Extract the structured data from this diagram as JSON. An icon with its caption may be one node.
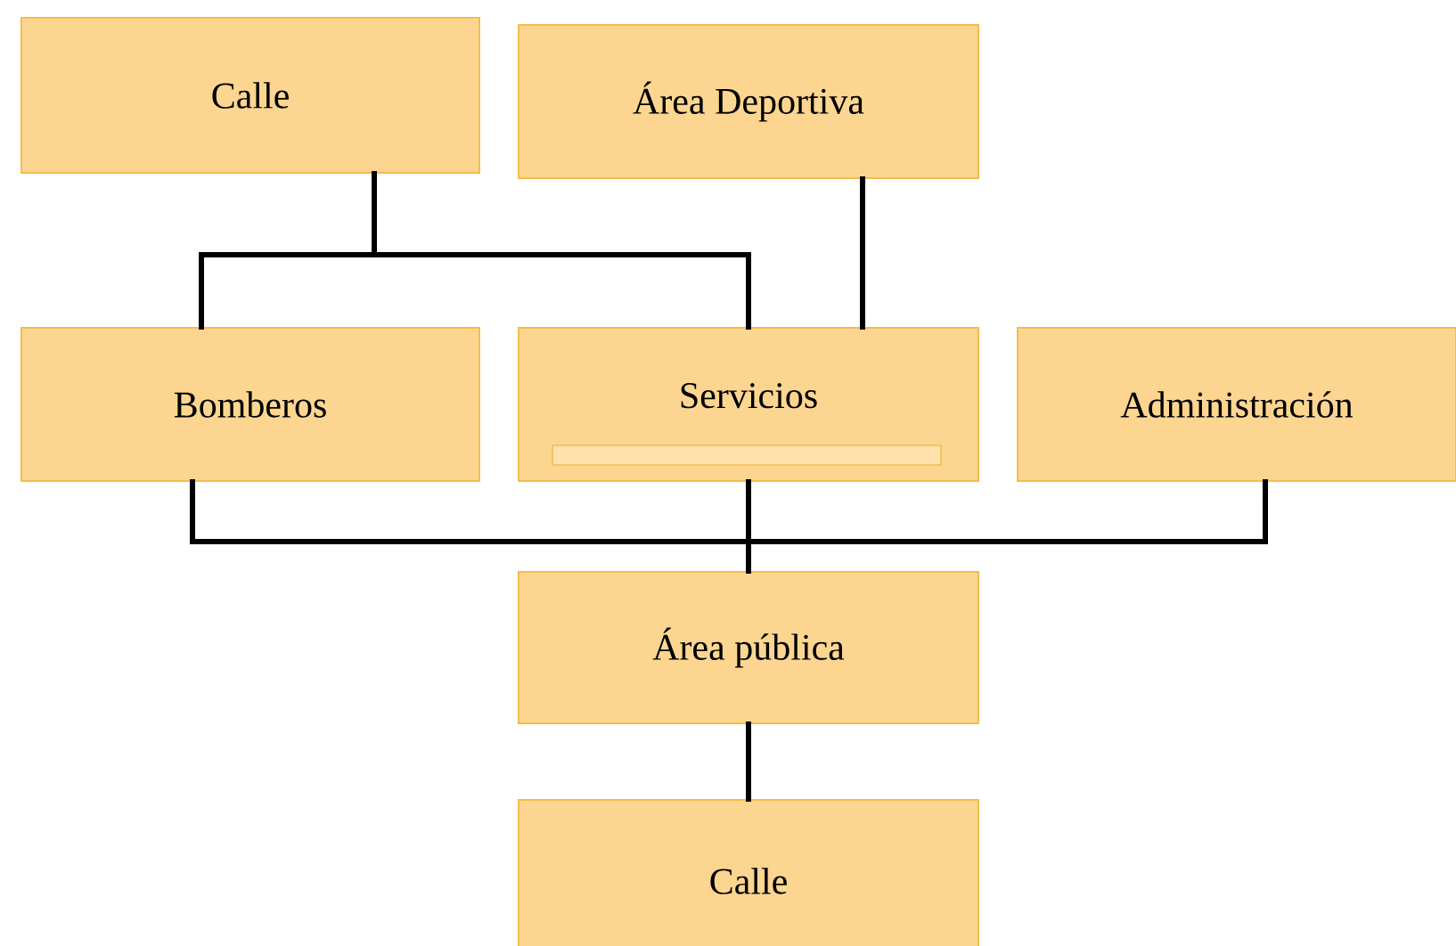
{
  "diagram": {
    "nodes": [
      {
        "text": [
          "Calle"
        ]
      },
      {
        "text": [
          "Área Deportiva"
        ]
      },
      {
        "text": [
          "Bomberos"
        ]
      },
      {
        "text": [
          "Servicios"
        ]
      },
      {
        "text": [],
        "shape": "bar",
        "in": 3
      },
      {
        "text": [
          "Administración"
        ]
      },
      {
        "text": [
          "Área pública"
        ]
      },
      {
        "text": [
          "Calle"
        ]
      }
    ],
    "edges": [
      {
        "from": 0,
        "to": 2,
        "arrow": "none"
      },
      {
        "from": 0,
        "to": 3,
        "arrow": "none"
      },
      {
        "from": 1,
        "to": 3,
        "arrow": "none"
      },
      {
        "from": 2,
        "to": 6,
        "arrow": "none"
      },
      {
        "from": 3,
        "to": 6,
        "arrow": "none"
      },
      {
        "from": 5,
        "to": 6,
        "arrow": "none"
      },
      {
        "from": 6,
        "to": 7,
        "arrow": "none"
      }
    ]
  }
}
